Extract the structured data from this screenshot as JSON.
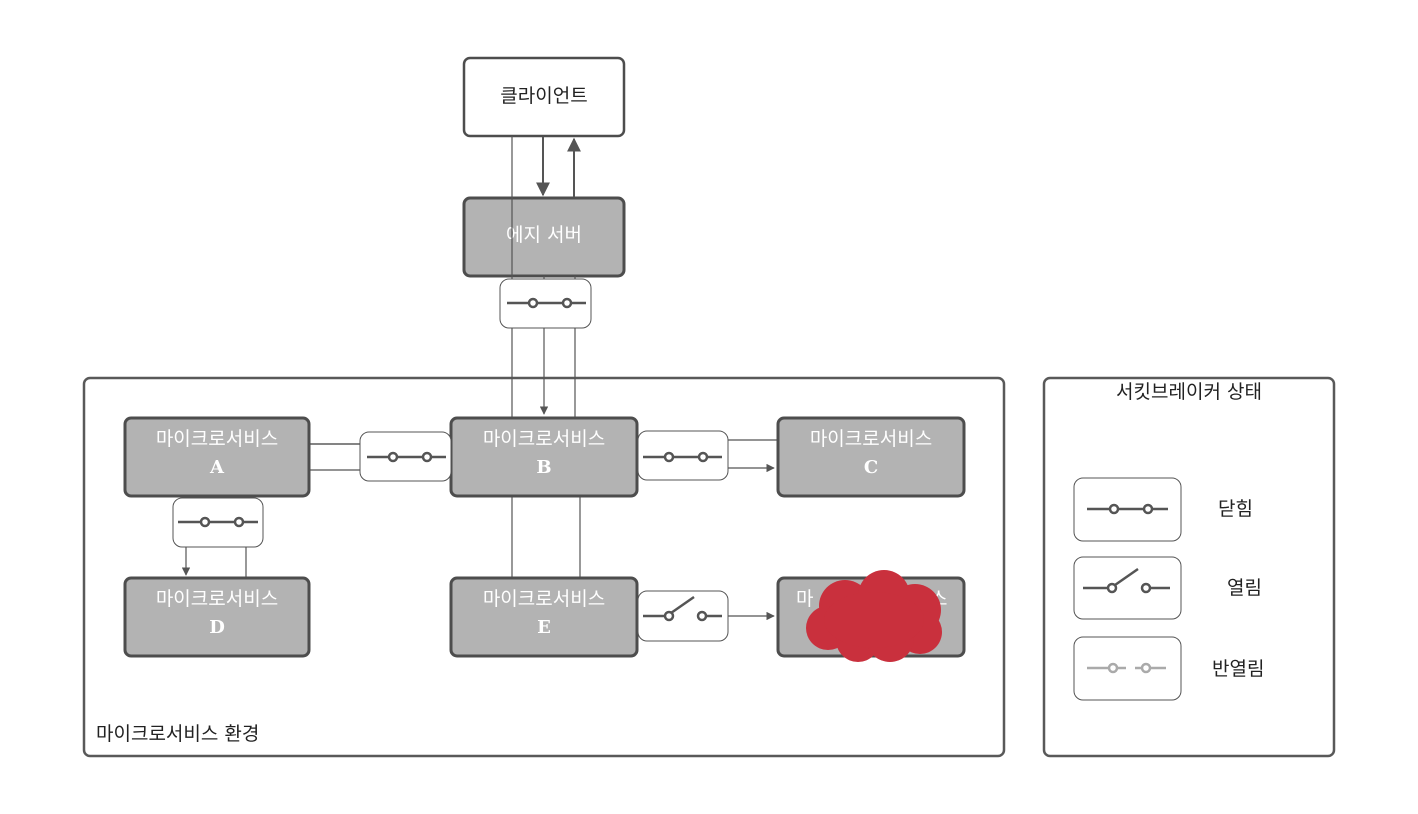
{
  "client": {
    "label": "클라이언트"
  },
  "edge_server": {
    "label": "에지 서버"
  },
  "services": {
    "a": {
      "label": "마이크로서비스",
      "id": "A"
    },
    "b": {
      "label": "마이크로서비스",
      "id": "B"
    },
    "c": {
      "label": "마이크로서비스",
      "id": "C"
    },
    "d": {
      "label": "마이크로서비스",
      "id": "D"
    },
    "e": {
      "label": "마이크로서비스",
      "id": "E"
    },
    "f": {
      "label_left": "마",
      "label_right": "스"
    }
  },
  "environment": {
    "label": "마이크로서비스 환경"
  },
  "legend": {
    "title": "서킷브레이커 상태",
    "closed": "닫힘",
    "open": "열림",
    "half_open": "반열림"
  },
  "colors": {
    "service_fill": "#b3b3b3",
    "service_border": "#4d4d4d",
    "failure_cloud": "#c9303d"
  }
}
